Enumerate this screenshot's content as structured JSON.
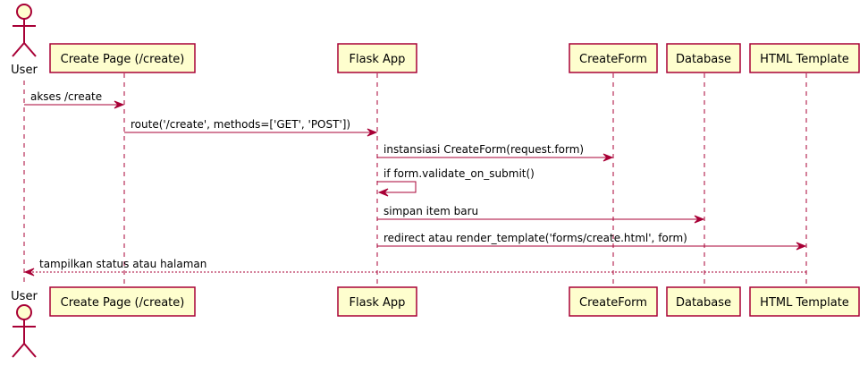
{
  "colors": {
    "border": "#A80036",
    "fill": "#FEFECE",
    "text": "#000000"
  },
  "participants": [
    {
      "id": "user",
      "label": "User",
      "kind": "actor"
    },
    {
      "id": "create_page",
      "label": "Create Page (/create)",
      "kind": "participant"
    },
    {
      "id": "flask_app",
      "label": "Flask App",
      "kind": "participant"
    },
    {
      "id": "create_form",
      "label": "CreateForm",
      "kind": "participant"
    },
    {
      "id": "database",
      "label": "Database",
      "kind": "participant"
    },
    {
      "id": "html_template",
      "label": "HTML Template",
      "kind": "participant"
    }
  ],
  "messages": [
    {
      "from": "user",
      "to": "create_page",
      "label": "akses /create",
      "style": "solid"
    },
    {
      "from": "create_page",
      "to": "flask_app",
      "label": "route('/create', methods=['GET', 'POST'])",
      "style": "solid"
    },
    {
      "from": "flask_app",
      "to": "create_form",
      "label": "instansiasi CreateForm(request.form)",
      "style": "solid"
    },
    {
      "from": "flask_app",
      "to": "flask_app",
      "label": "if form.validate_on_submit()",
      "style": "solid"
    },
    {
      "from": "flask_app",
      "to": "database",
      "label": "simpan item baru",
      "style": "solid"
    },
    {
      "from": "flask_app",
      "to": "html_template",
      "label": "redirect atau render_template('forms/create.html', form)",
      "style": "solid"
    },
    {
      "from": "html_template",
      "to": "user",
      "label": "tampilkan status atau halaman",
      "style": "dashed"
    }
  ]
}
